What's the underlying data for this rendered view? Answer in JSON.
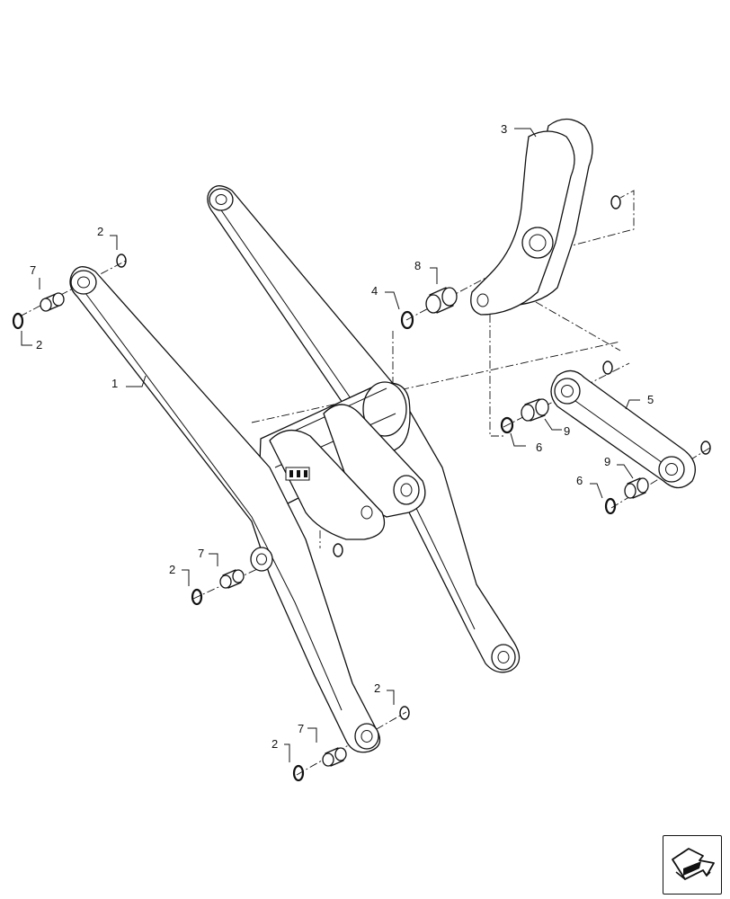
{
  "callouts": [
    {
      "id": "c-1",
      "text": "1"
    },
    {
      "id": "c-2a",
      "text": "2"
    },
    {
      "id": "c-2b",
      "text": "2"
    },
    {
      "id": "c-2c",
      "text": "2"
    },
    {
      "id": "c-2d",
      "text": "2"
    },
    {
      "id": "c-2e",
      "text": "2"
    },
    {
      "id": "c-3",
      "text": "3"
    },
    {
      "id": "c-4",
      "text": "4"
    },
    {
      "id": "c-5",
      "text": "5"
    },
    {
      "id": "c-6a",
      "text": "6"
    },
    {
      "id": "c-6b",
      "text": "6"
    },
    {
      "id": "c-7a",
      "text": "7"
    },
    {
      "id": "c-7b",
      "text": "7"
    },
    {
      "id": "c-7c",
      "text": "7"
    },
    {
      "id": "c-8",
      "text": "8"
    },
    {
      "id": "c-9a",
      "text": "9"
    },
    {
      "id": "c-9b",
      "text": "9"
    }
  ],
  "nav": {
    "icon": "next-page-arrow-icon"
  }
}
